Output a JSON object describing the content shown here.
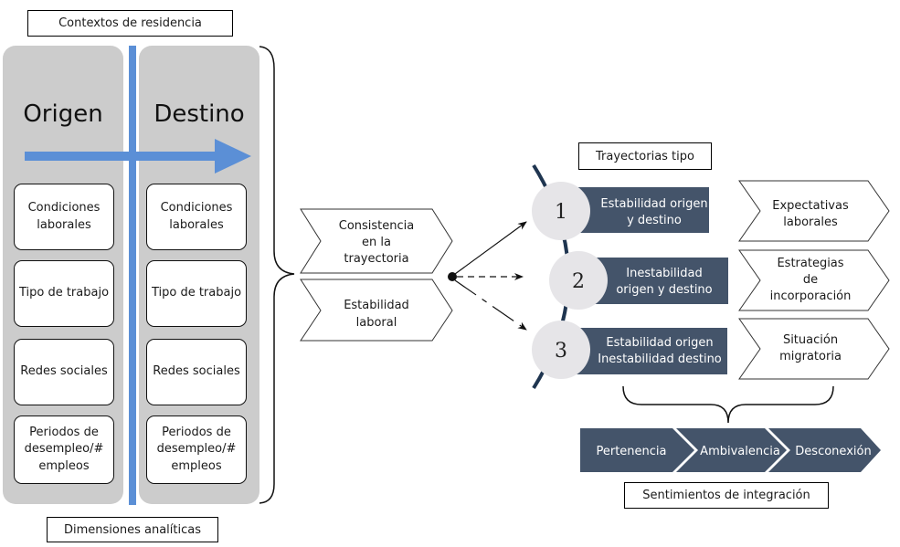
{
  "title_labels": {
    "contextos": "Contextos de residencia",
    "dimensiones": "Dimensiones analíticas",
    "trayectorias": "Trayectorias tipo",
    "sentimientos": "Sentimientos de integración"
  },
  "panels": {
    "origen": {
      "title": "Origen",
      "cards": [
        "Condiciones\nlaborales",
        "Tipo de trabajo",
        "Redes sociales",
        "Periodos de\ndesempleo/#\nempleos"
      ]
    },
    "destino": {
      "title": "Destino",
      "cards": [
        "Condiciones\nlaborales",
        "Tipo de trabajo",
        "Redes sociales",
        "Periodos de\ndesempleo/#\nempleos"
      ]
    }
  },
  "criteria": [
    {
      "lines": [
        "Consistencia",
        "en la",
        "trayectoria"
      ]
    },
    {
      "lines": [
        "Estabilidad",
        "laboral"
      ]
    }
  ],
  "trajectories": [
    {
      "number": "1",
      "lines": [
        "Estabilidad origen",
        "y destino"
      ],
      "arrow_style": "solid"
    },
    {
      "number": "2",
      "lines": [
        "Inestabilidad",
        "origen y destino"
      ],
      "arrow_style": "dashed"
    },
    {
      "number": "3",
      "lines": [
        "Estabilidad origen",
        "Inestabilidad destino"
      ],
      "arrow_style": "dash-dot"
    }
  ],
  "factors": [
    {
      "lines": [
        "Expectativas",
        "laborales"
      ]
    },
    {
      "lines": [
        "Estrategias",
        "de",
        "incorporación"
      ]
    },
    {
      "lines": [
        "Situación",
        "migratoria"
      ]
    }
  ],
  "feelings": [
    "Pertenencia",
    "Ambivalencia",
    "Desconexión"
  ],
  "colors": {
    "panel_gray": "#cccccc",
    "blue_arrow": "#5b8fd6",
    "navy": "#44546a",
    "circle_gray": "#e6e5e8",
    "arc_navy": "#1f3550"
  }
}
